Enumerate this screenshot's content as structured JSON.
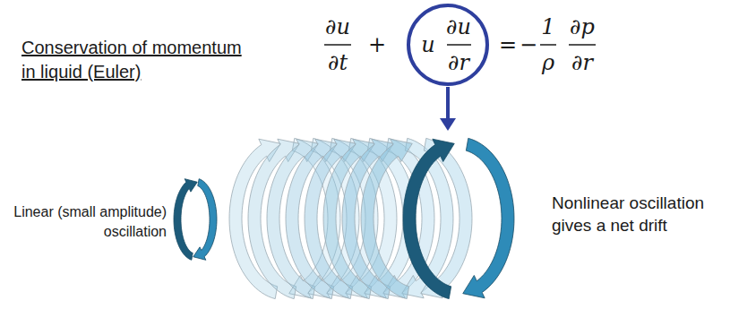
{
  "diagram": {
    "nodes": [
      {
        "text": [
          "u",
          "∂u",
          "∂r"
        ]
      }
    ],
    "labels": [
      "Conservation of momentum in liquid (Euler)",
      "∂u",
      "∂t",
      "+",
      "=",
      "−",
      "1",
      "ρ",
      "∂p",
      "∂r",
      "Linear (small amplitude) oscillation",
      "Nonlinear oscillation gives a net drift"
    ]
  }
}
